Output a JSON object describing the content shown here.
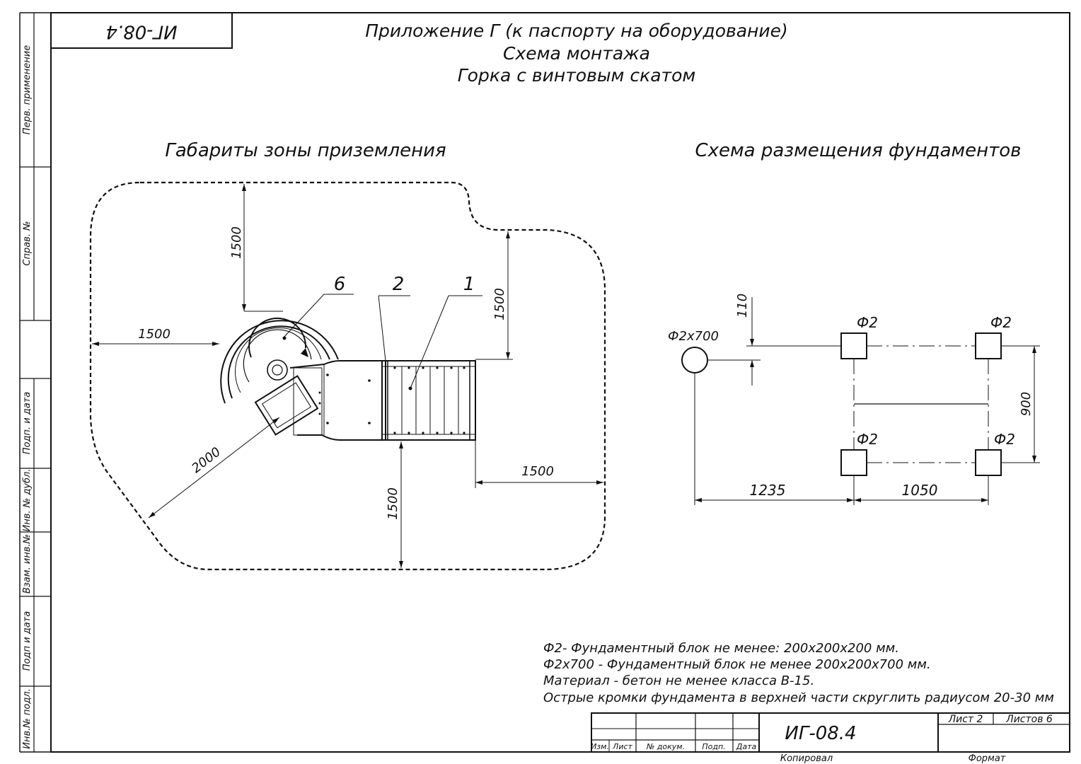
{
  "document": {
    "code_stamp_top": "ИГ-08.4",
    "title_lines": [
      "Приложение Г (к паспорту на оборудование)",
      "Схема монтажа",
      "Горка с винтовым скатом"
    ]
  },
  "left_column": {
    "labels": [
      "Перв. применение",
      "Справ. №",
      "Подп. и дата",
      "Инв. № дубл.",
      "Взам. инв.№",
      "Подп и дата",
      "Инв.№ подл."
    ]
  },
  "landing_zone": {
    "heading": "Габариты зоны приземления",
    "dimensions": {
      "top_clearance": "1500",
      "right_upper": "1500",
      "left_clearance": "1500",
      "diagonal": "2000",
      "right_lower": "1500",
      "bottom_clearance": "1500"
    },
    "callouts": [
      "6",
      "2",
      "1"
    ]
  },
  "foundation_scheme": {
    "heading": "Схема размещения фундаментов",
    "single_block_label": "Ф2х700",
    "block_labels": [
      "Ф2",
      "Ф2",
      "Ф2",
      "Ф2"
    ],
    "dim_offset": "110",
    "dim_vertical": "900",
    "dim_horizontal_1": "1235",
    "dim_horizontal_2": "1050"
  },
  "notes": [
    "Ф2- Фундаментный блок не менее: 200х200х200 мм.",
    "Ф2х700 - Фундаментный блок не менее 200х200х700 мм.",
    "Материал - бетон не менее класса В-15.",
    "Острые кромки фундамента в верхней части скруглить радиусом 20-30 мм"
  ],
  "title_block": {
    "code": "ИГ-08.4",
    "sheet_label": "Лист 2",
    "sheets_label": "Листов 6",
    "col_headers": [
      "Изм.",
      "Лист",
      "№ докум.",
      "Подп.",
      "Дата"
    ],
    "copied_label": "Копировал",
    "format_label": "Формат"
  }
}
